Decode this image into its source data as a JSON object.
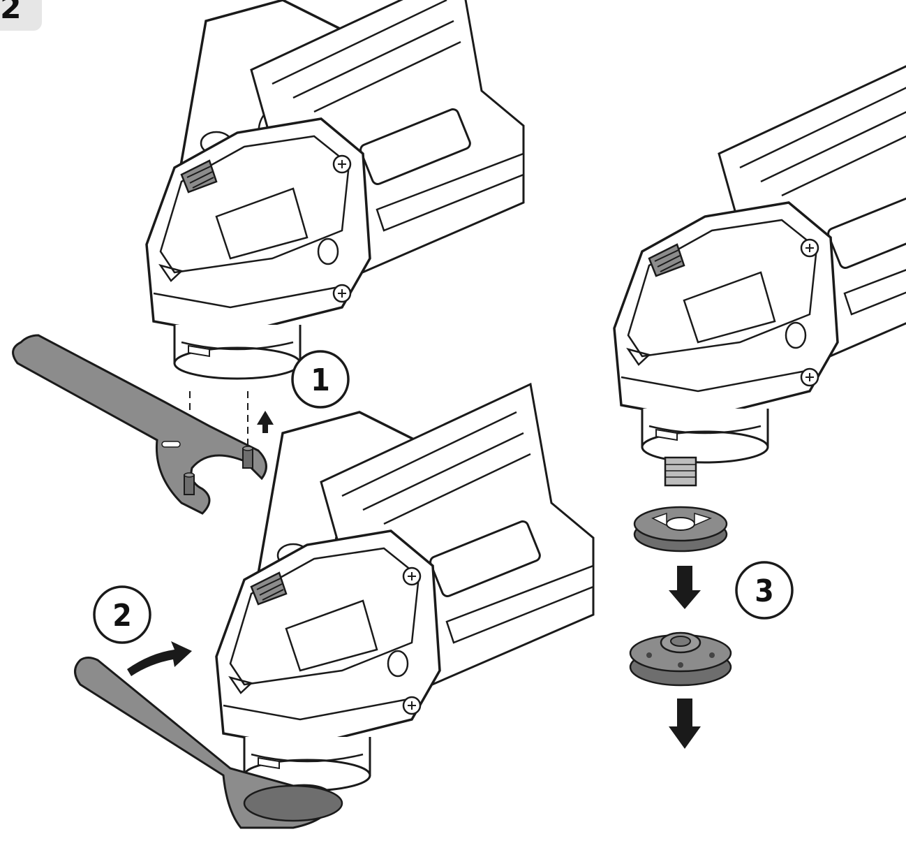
{
  "figure_number": "2",
  "steps": [
    {
      "label": "1"
    },
    {
      "label": "2"
    },
    {
      "label": "3"
    }
  ],
  "colors": {
    "line": "#1a1a1a",
    "tool_fill": "#ffffff",
    "part_gray": "#8c8c8c",
    "part_gray_dark": "#6e6e6e",
    "tab_bg": "#e6e6e6"
  },
  "icons": [
    "hand-icon",
    "angle-grinder-icon",
    "pin-spanner-icon",
    "inner-flange-icon",
    "clamp-nut-icon",
    "arrow-icon"
  ]
}
